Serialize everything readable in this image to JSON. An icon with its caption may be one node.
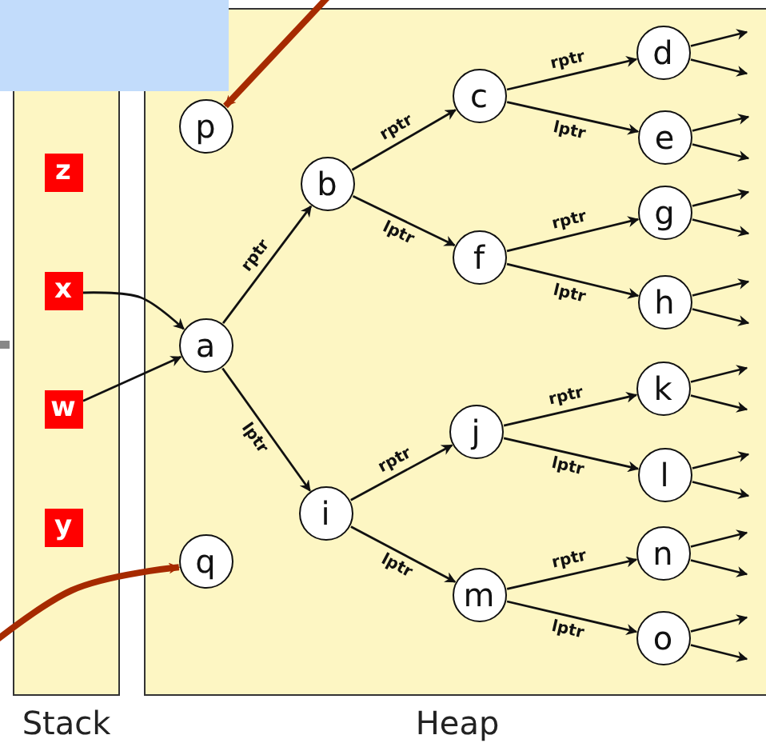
{
  "diagram": {
    "nodes": [
      {
        "text": [
          "Stack"
        ]
      },
      {
        "text": [
          "Heap"
        ]
      },
      {
        "text": [
          "z"
        ],
        "in": 0
      },
      {
        "text": [
          "x"
        ],
        "in": 0
      },
      {
        "text": [
          "w"
        ],
        "in": 0
      },
      {
        "text": [
          "y"
        ],
        "in": 0
      },
      {
        "text": [
          "p"
        ],
        "in": 1
      },
      {
        "text": [
          "a"
        ],
        "in": 1
      },
      {
        "text": [
          "b"
        ],
        "in": 1
      },
      {
        "text": [
          "i"
        ],
        "in": 1
      },
      {
        "text": [
          "q"
        ],
        "in": 1
      },
      {
        "text": [
          "c"
        ],
        "in": 1
      },
      {
        "text": [
          "f"
        ],
        "in": 1
      },
      {
        "text": [
          "j"
        ],
        "in": 1
      },
      {
        "text": [
          "m"
        ],
        "in": 1
      },
      {
        "text": [
          "d"
        ],
        "in": 1
      },
      {
        "text": [
          "e"
        ],
        "in": 1
      },
      {
        "text": [
          "g"
        ],
        "in": 1
      },
      {
        "text": [
          "h"
        ],
        "in": 1
      },
      {
        "text": [
          "k"
        ],
        "in": 1
      },
      {
        "text": [
          "l"
        ],
        "in": 1
      },
      {
        "text": [
          "n"
        ],
        "in": 1
      },
      {
        "text": [
          "o"
        ],
        "in": 1
      }
    ],
    "edges": [
      {
        "from": 3,
        "to": 7,
        "arrow": "to"
      },
      {
        "from": 4,
        "to": 7,
        "arrow": "to"
      },
      {
        "from": 7,
        "to": 8,
        "arrow": "to",
        "label": "rptr"
      },
      {
        "from": 7,
        "to": 9,
        "arrow": "to",
        "label": "lptr"
      },
      {
        "from": 8,
        "to": 11,
        "arrow": "to",
        "label": "rptr"
      },
      {
        "from": 8,
        "to": 12,
        "arrow": "to",
        "label": "lptr"
      },
      {
        "from": 11,
        "to": 15,
        "arrow": "to",
        "label": "rptr"
      },
      {
        "from": 11,
        "to": 16,
        "arrow": "to",
        "label": "lptr"
      },
      {
        "from": 12,
        "to": 17,
        "arrow": "to",
        "label": "rptr"
      },
      {
        "from": 12,
        "to": 18,
        "arrow": "to",
        "label": "lptr"
      },
      {
        "from": 9,
        "to": 13,
        "arrow": "to",
        "label": "rptr"
      },
      {
        "from": 9,
        "to": 14,
        "arrow": "to",
        "label": "lptr"
      },
      {
        "from": 13,
        "to": 19,
        "arrow": "to",
        "label": "rptr"
      },
      {
        "from": 13,
        "to": 20,
        "arrow": "to",
        "label": "lptr"
      },
      {
        "from": 14,
        "to": 21,
        "arrow": "to",
        "label": "rptr"
      },
      {
        "from": 14,
        "to": 22,
        "arrow": "to",
        "label": "lptr"
      },
      {
        "from": 15,
        "to": null,
        "arrow": "to"
      },
      {
        "from": 15,
        "to": null,
        "arrow": "to"
      },
      {
        "from": 16,
        "to": null,
        "arrow": "to"
      },
      {
        "from": 16,
        "to": null,
        "arrow": "to"
      },
      {
        "from": 17,
        "to": null,
        "arrow": "to"
      },
      {
        "from": 17,
        "to": null,
        "arrow": "to"
      },
      {
        "from": 18,
        "to": null,
        "arrow": "to"
      },
      {
        "from": 18,
        "to": null,
        "arrow": "to"
      },
      {
        "from": 19,
        "to": null,
        "arrow": "to"
      },
      {
        "from": 19,
        "to": null,
        "arrow": "to"
      },
      {
        "from": 20,
        "to": null,
        "arrow": "to"
      },
      {
        "from": 20,
        "to": null,
        "arrow": "to"
      },
      {
        "from": 21,
        "to": null,
        "arrow": "to"
      },
      {
        "from": 21,
        "to": null,
        "arrow": "to"
      },
      {
        "from": 22,
        "to": null,
        "arrow": "to"
      },
      {
        "from": 22,
        "to": null,
        "arrow": "to"
      },
      {
        "from": null,
        "to": 6,
        "arrow": "to",
        "style": "thick",
        "color": "#a62a00"
      },
      {
        "from": null,
        "to": 10,
        "arrow": "to",
        "style": "thick",
        "color": "#a62a00"
      }
    ]
  }
}
